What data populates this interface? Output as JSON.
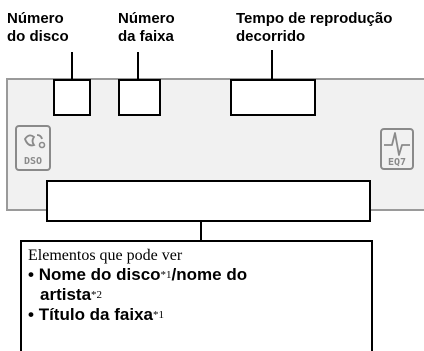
{
  "labels": {
    "disc_number": [
      "Número",
      "do disco"
    ],
    "track_number": [
      "Número",
      "da faixa"
    ],
    "elapsed_time": [
      "Tempo de reprodução",
      "decorrido"
    ]
  },
  "icons": {
    "left": {
      "name": "dso-icon",
      "text": "DSO"
    },
    "right": {
      "name": "eq7-icon",
      "text": "EQ7"
    }
  },
  "info": {
    "title": "Elementos que pode ver",
    "items": [
      {
        "parts": [
          "Nome do disco",
          "*1",
          "/nome do"
        ]
      },
      {
        "parts": [
          "artista",
          "*2"
        ]
      },
      {
        "parts": [
          "Título da faixa",
          "*1"
        ]
      }
    ]
  }
}
